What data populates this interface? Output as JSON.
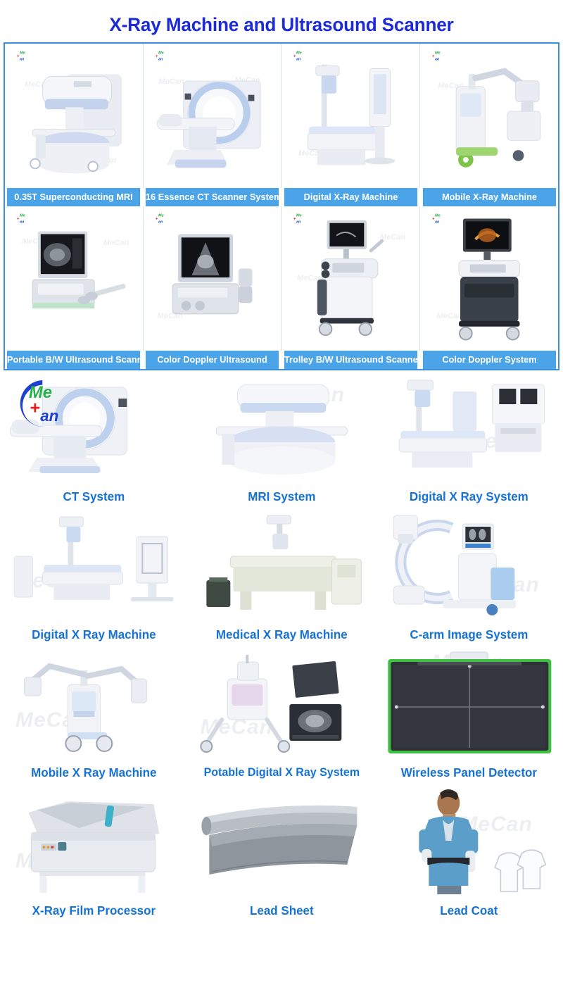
{
  "header": {
    "title": "X-Ray Machine and Ultrasound Scanner"
  },
  "brand": {
    "name": "MeCan",
    "watermark": "MeCan"
  },
  "colors": {
    "title_blue": "#1c2bd6",
    "caption_bar_blue": "#4ba3e8",
    "caption_text_blue": "#1572d6",
    "frame_border": "#3c8ede",
    "panel_green": "#3fc043"
  },
  "top_grid": {
    "rows": [
      {
        "cells": [
          {
            "label": "0.35T Superconducting MRI",
            "icon": "mecan-logo-icon"
          },
          {
            "label": "16 Essence CT Scanner System",
            "icon": "mecan-logo-icon"
          },
          {
            "label": "Digital X-Ray Machine",
            "icon": "mecan-logo-icon"
          },
          {
            "label": "Mobile X-Ray Machine",
            "icon": "mecan-logo-icon"
          }
        ]
      },
      {
        "cells": [
          {
            "label": "Portable B/W Ultrasound Scanner",
            "icon": "mecan-logo-icon"
          },
          {
            "label": "Color Doppler Ultrasound",
            "icon": "mecan-logo-icon"
          },
          {
            "label": "Trolley B/W Ultrasound Scanner",
            "icon": "mecan-logo-icon"
          },
          {
            "label": "Color Doppler System",
            "icon": "mecan-logo-icon"
          }
        ]
      }
    ]
  },
  "gallery": {
    "rows": [
      {
        "items": [
          {
            "label": "CT System"
          },
          {
            "label": "MRI System"
          },
          {
            "label": "Digital X Ray System"
          }
        ]
      },
      {
        "items": [
          {
            "label": "Digital X Ray Machine"
          },
          {
            "label": "Medical X Ray Machine"
          },
          {
            "label": "C-arm Image System"
          }
        ]
      },
      {
        "items": [
          {
            "label": "Mobile X Ray Machine"
          },
          {
            "label": "Potable Digital X Ray System"
          },
          {
            "label": "Wireless Panel Detector"
          }
        ]
      },
      {
        "items": [
          {
            "label": "X-Ray Film Processor"
          },
          {
            "label": "Lead Sheet"
          },
          {
            "label": "Lead Coat"
          }
        ]
      }
    ]
  }
}
